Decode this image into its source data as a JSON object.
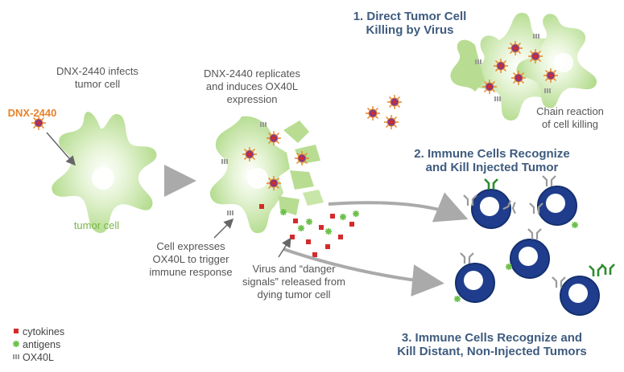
{
  "labels": {
    "step1_caption": "DNX-2440 infects\ntumor cell",
    "virus_name": "DNX-2440",
    "tumor_cell": "tumor cell",
    "step2_caption": "DNX-2440 replicates\nand induces OX40L\nexpression",
    "ox40l_note": "Cell expresses\nOX40L to trigger\nimmune response",
    "release_note": "Virus and “danger\nsignals” released from\ndying tumor cell",
    "chain_reaction": "Chain reaction\nof cell killing"
  },
  "headings": {
    "h1": "1. Direct Tumor Cell\nKilling by Virus",
    "h2": "2. Immune Cells Recognize\nand Kill Injected Tumor",
    "h3": "3. Immune Cells Recognize and\nKill Distant, Non-Injected Tumors"
  },
  "legend": {
    "cytokines": "cytokines",
    "antigens": "antigens",
    "ox40l": "OX40L"
  },
  "colors": {
    "heading": "#3e5b7e",
    "virus_label": "#e8822a",
    "tumor_label": "#7ab648",
    "cell_fill": "#c8e6a8",
    "immune_cell": "#1f3d8c",
    "cytokine": "#d42b2b",
    "antigen": "#6cc04a",
    "ox40l": "#9a9a9a",
    "arrow": "#aaaaaa"
  }
}
